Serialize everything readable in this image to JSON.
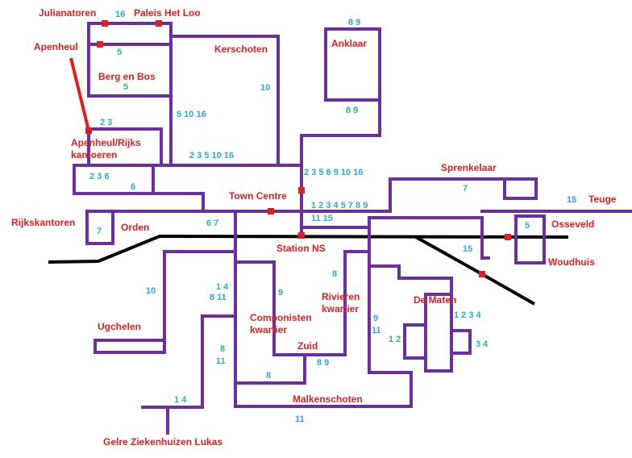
{
  "colors": {
    "route": "#6b2fa0",
    "rail": "#000000",
    "place_label": "#e02020",
    "line_number": "#2aa8d8",
    "stop": "#e02020"
  },
  "places": {
    "julianatoren": "Julianatoren",
    "paleis_het_loo": "Paleis Het Loo",
    "apenheul": "Apenheul",
    "berg_en_bos": "Berg en Bos",
    "kerschoten": "Kerschoten",
    "anklaar": "Anklaar",
    "apenheul_rijkskantoren_1": "Apenheul/Rijks",
    "apenheul_rijkskantoren_2": "kantoeren",
    "sprenkelaar": "Sprenkelaar",
    "teuge": "Teuge",
    "town_centre": "Town Centre",
    "rijkskantoren": "Rijkskantoren",
    "orden": "Orden",
    "osseveld": "Osseveld",
    "station_ns": "Station NS",
    "woudhuis": "Woudhuis",
    "rivierenkwartier_1": "Rivieren",
    "rivierenkwartier_2": "kwartier",
    "de_maten": "De Maten",
    "componistenkwartier_1": "Componisten",
    "componistenkwartier_2": "kwartier",
    "ugchelen": "Ugchelen",
    "zuid": "Zuid",
    "malkenschoten": "Malkenschoten",
    "gelre": "Gelre Ziekenhuizen Lukas"
  },
  "line_numbers": {
    "n16_top": "16",
    "n5_a": "5",
    "n5_b": "5",
    "n89_top": "8 9",
    "n89_anklaar": "8 9",
    "n10_kerschoten": "10",
    "n5_10_16": "5 10 16",
    "n23": "2 3",
    "n2_3_5_10_16": "2 3 5 10 16",
    "n236": "2 3 6",
    "n6": "6",
    "n2358_10_16": "2 3 5 8 9 10 16",
    "n7_sprenkelaar": "7",
    "n15_teuge": "15",
    "n123_row1": "1 2 3 4 5 7 8 9",
    "n123_row2": "11 15",
    "n67": "6 7",
    "n7_rijks": "7",
    "n5_osseveld": "5",
    "n15_woudhuis": "15",
    "n8_rivieren": "8",
    "n10_ugchelen": "10",
    "n14": "1 4",
    "n811": "8 11",
    "n9_comp": "9",
    "n1234": "1 2 3 4",
    "n12": "1 2",
    "n34": "3 4",
    "n9_mid": "9",
    "n11_mid": "11",
    "n8_left": "8",
    "n11_left": "11",
    "n89_zuid": "8 9",
    "n8_bottom": "8",
    "n14_bottom": "1 4",
    "n11_bottom": "11"
  }
}
